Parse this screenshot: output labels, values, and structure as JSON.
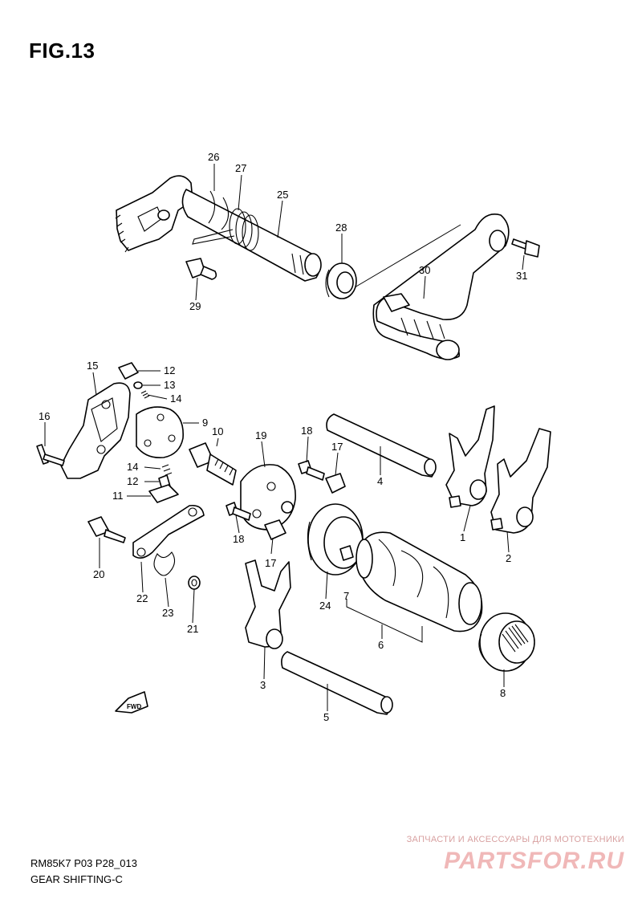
{
  "figure": {
    "title": "FIG.13",
    "model_code": "RM85K7 P03 P28_013",
    "name": "GEAR SHIFTING-C"
  },
  "watermark": {
    "tagline": "ЗАПЧАСТИ И АКСЕССУАРЫ ДЛЯ МОТОТЕХНИКИ",
    "brand": "PARTSFOR.RU"
  },
  "fwd_label": "FWD",
  "callouts": {
    "c1": "1",
    "c2": "2",
    "c3": "3",
    "c4": "4",
    "c5": "5",
    "c6": "6",
    "c7": "7",
    "c8": "8",
    "c9": "9",
    "c10": "10",
    "c11": "11",
    "c12a": "12",
    "c12b": "12",
    "c13": "13",
    "c14a": "14",
    "c14b": "14",
    "c15": "15",
    "c16": "16",
    "c17a": "17",
    "c17b": "17",
    "c18a": "18",
    "c18b": "18",
    "c19": "19",
    "c20": "20",
    "c21": "21",
    "c22": "22",
    "c23": "23",
    "c24": "24",
    "c25": "25",
    "c26": "26",
    "c27": "27",
    "c28": "28",
    "c29": "29",
    "c30": "30",
    "c31": "31"
  }
}
